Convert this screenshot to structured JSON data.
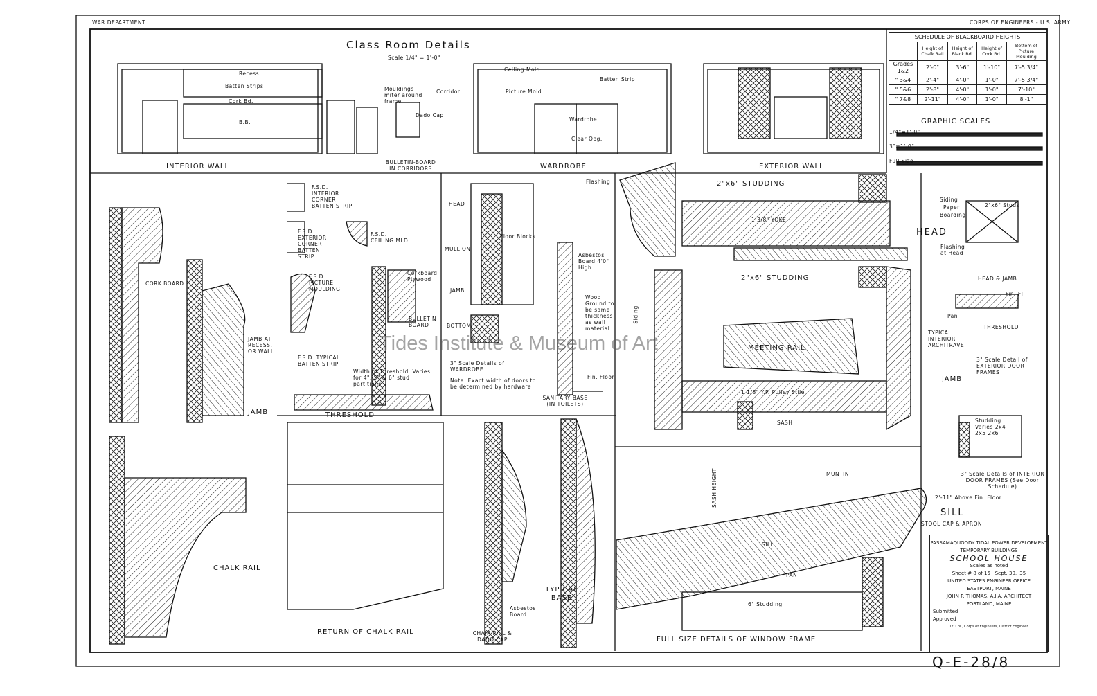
{
  "header": {
    "department": "WAR DEPARTMENT",
    "corps": "CORPS OF ENGINEERS - U.S. ARMY"
  },
  "title": {
    "main": "Class Room Details",
    "scale": "Scale 1/4\" = 1'-0\""
  },
  "elevations": {
    "interior_wall": "INTERIOR WALL",
    "bulletin_board": "BULLETIN-BOARD IN CORRIDORS",
    "wardrobe": "WARDROBE",
    "exterior_wall": "EXTERIOR WALL",
    "notes": [
      "Recess",
      "Batten Strips",
      "Cork Bd.",
      "B.B.",
      "Mouldings miter around frame",
      "Corridor",
      "Dado Cap",
      "Ceiling Mold",
      "Picture Mold",
      "Batten Strip",
      "Wardrobe",
      "Clear Opg."
    ]
  },
  "schedule": {
    "title": "SCHEDULE OF BLACKBOARD HEIGHTS",
    "columns": [
      "",
      "Height of Chalk Rail",
      "Height of Black Bd.",
      "Height of Cork Bd.",
      "Bottom of Picture Moulding"
    ],
    "rows": [
      [
        "Grades 1&2",
        "2'-0\"",
        "3'-6\"",
        "1'-10\"",
        "7'-5 3/4\""
      ],
      [
        "\" 3&4",
        "2'-4\"",
        "4'-0\"",
        "1'-0\"",
        "7'-5 3/4\""
      ],
      [
        "\" 5&6",
        "2'-8\"",
        "4'-0\"",
        "1'-0\"",
        "7'-10\""
      ],
      [
        "\" 7&8",
        "2'-11\"",
        "4'-0\"",
        "1'-0\"",
        "8'-1\""
      ]
    ]
  },
  "graphic_scales": {
    "title": "GRAPHIC SCALES",
    "items": [
      "1/4\"=1'-0\"",
      "3\"=1'-0\"",
      "Full Size"
    ]
  },
  "details": {
    "fsd_interior_corner": "F.S.D. INTERIOR CORNER BATTEN STRIP",
    "fsd_exterior_corner": "F.S.D. EXTERIOR CORNER BATTEN STRIP",
    "fsd_ceiling": "F.S.D. CEILING MLD.",
    "fsd_picture": "F.S.D. PICTURE MOULDING",
    "fsd_typical": "F.S.D. TYPICAL BATTEN STRIP",
    "cork_board": "CORK BOARD",
    "jamb_recess": "JAMB AT RECESS, OR WALL.",
    "jamb": "JAMB",
    "bulletin": "BULLETIN BOARD",
    "corkboard_plywood": "Corkboard Plywood",
    "threshold": "THRESHOLD",
    "threshold_note": "Width of Threshold. Varies for 4\", 5\" & 6\" stud partitions",
    "wardrobe_parts": [
      "HEAD",
      "MULLION",
      "JAMB",
      "BOTTOM"
    ],
    "wardrobe_title": "3\" Scale Details of WARDROBE",
    "wardrobe_note": "Note: Exact width of doors to be determined by hardware",
    "floor_blocks": "Floor Blocks",
    "asbestos": "Asbestos Board 4'0\" High",
    "wood_ground": "Wood Ground to be same thickness as wall material",
    "fin_floor": "Fin. Floor",
    "sanitary_base": "SANITARY BASE (IN TOILETS)",
    "chalk_rail": "CHALK RAIL",
    "return_chalk": "RETURN OF CHALK RAIL",
    "chair_rail": "CHAIR RAIL & DADO CAP",
    "asbestos_board": "Asbestos Board",
    "typical_base": "TYPICAL BASE",
    "flashing": "Flashing",
    "studding_2x6": "2\"x6\" STUDDING",
    "yoke": "1 3/8\" YOKE",
    "head": "HEAD",
    "studding": "2\"x6\" STUDDING",
    "meeting_rail": "MEETING RAIL",
    "pulley_stile": "1 1/8\" Y.P. Pulley Stile",
    "sash": "SASH",
    "muntin": "MUNTIN",
    "sash_height": "SASH HEIGHT",
    "sill": "SILL",
    "pan": "PAN",
    "studding_6": "6\" Studding",
    "siding": "Siding",
    "window_title": "FULL SIZE DETAILS OF WINDOW FRAME",
    "ext_siding": "Siding",
    "ext_paper": "Paper",
    "ext_boarding": "Boarding",
    "ext_studs": "2\"x6\" Studs",
    "ext_flashing": "Flashing at Head",
    "head_jamb": "HEAD & JAMB",
    "fin_fl": "Fin. Fl.",
    "pan2": "Pan",
    "threshold2": "THRESHOLD",
    "typical_interior_architrave": "TYPICAL INTERIOR ARCHITRAVE",
    "ext_door_title": "3\" Scale Detail of EXTERIOR DOOR FRAMES",
    "jamb2": "JAMB",
    "studding_varies": "Studding Varies 2x4 2x5 2x6",
    "int_door_title": "3\" Scale Details of INTERIOR DOOR FRAMES (See Door Schedule)",
    "above_floor": "2'-11\" Above Fin. Floor",
    "sill2": "SILL",
    "stool": "STOOL CAP & APRON"
  },
  "title_block": {
    "project": "PASSAMAQUODDY TIDAL POWER DEVELOPMENT",
    "sub": "TEMPORARY BUILDINGS",
    "building": "SCHOOL HOUSE",
    "scales": "Scales as noted",
    "sheet": "Sheet # 8 of 15",
    "date": "Sept. 30, '35",
    "office": "UNITED STATES ENGINEER OFFICE",
    "location": "EASTPORT, MAINE",
    "architect": "JOHN P. THOMAS, A.I.A. ARCHITECT",
    "city": "PORTLAND, MAINE",
    "submitted": "Submitted",
    "approved": "Approved",
    "rank": "Lt. Col., Corps of Engineers, District Engineer"
  },
  "drawing_number": "Q-E-28/8",
  "watermark": "Tides Institute & Museum of Art"
}
